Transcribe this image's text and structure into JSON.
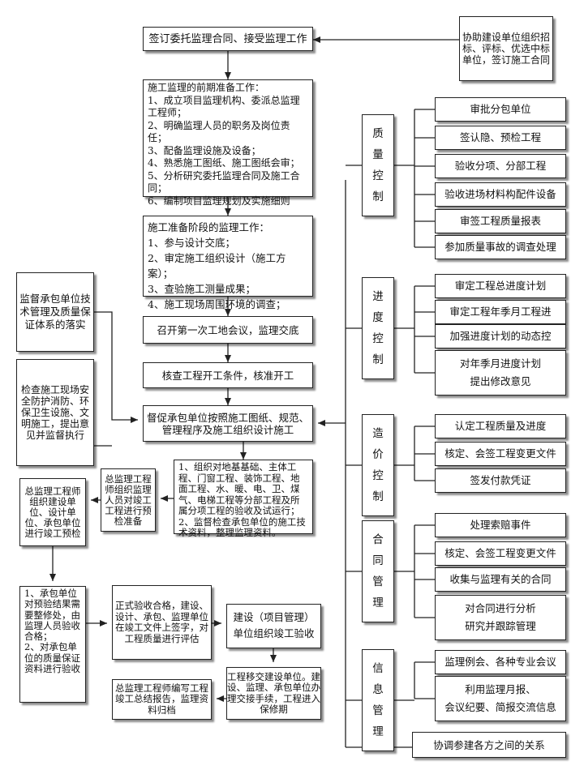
{
  "main": {
    "n1": "签订委托监理合同、接受监理工作",
    "n2": [
      "施工监理的前期准备工作：",
      "1、成立项目监理机构、委派总监理工程师；",
      "2、明确监理人员的职务及岗位责任；",
      "3、配备监理设施及设备；",
      "4、熟悉施工图纸、施工图纸会审；",
      "5、分析研究委托监理合同及施工合同；",
      "6、编制项目监理规划及实施细则"
    ],
    "n3": [
      "施工准备阶段的监理工作：",
      "1、参与设计交底；",
      "2、审定施工组织设计（施工方案）；",
      "3、查验施工测量成果；",
      "4、施工现场周围环境的调查；"
    ],
    "n4": "召开第一次工地会议，监理交底",
    "n5": "核查工程开工条件，核准开工",
    "n6": "督促承包单位按照施工图纸、规范、管理程序及施工组织设计施工",
    "n7": [
      "1、组织对地基基础、主体工程、门窗工程、装饰工程、地面工程、水、暖、电、卫、煤气、电梯工程等分部工程及所属分项工程的验收及试运行；",
      "2、监督检查承包单位的施工技术资料，整理监理资料。"
    ],
    "n8": "总监理工程师组织监理人员对竣工工程进行预检准备",
    "n9": "总监理工程师组织建设单位、设计单位、承包单位进行竣工预检",
    "n10": [
      "1、承包单位对预验结果需要整修处，由监理人员验收合格；",
      "2、对承包单位的质量保证资料进行验收"
    ],
    "n11": "正式验收合格，建设、设计、承包、监理单位在竣工文件上签字，对工程质量进行评估",
    "n12": [
      "建设（项目管理）",
      "单位组织竣工验收"
    ],
    "n13": "工程移交建设单位。建设、监理、承包单位办理交接手续，工程进入保修期",
    "n14": "总监理工程师编写工程竣工总结报告，监理资料归档"
  },
  "top_right": "协助建设单位组织招标、评标、优选中标单位，签订施工合同",
  "left": {
    "l1": "监督承包单位技术管理及质量保证体系的落实",
    "l2": "检查施工现场安全防护消防、环保卫生设施、文明施工，提出意见并监督执行"
  },
  "categories": [
    {
      "label": [
        "质",
        "量",
        "控",
        "制"
      ],
      "items": [
        [
          "审批分包单位"
        ],
        [
          "签认隐、预检工程"
        ],
        [
          "验收分项、分部工程"
        ],
        [
          "验收进场材料构配件设备"
        ],
        [
          "审签工程质量报表"
        ],
        [
          "参加质量事故的调查处理"
        ]
      ]
    },
    {
      "label": [
        "进",
        "度",
        "控",
        "制"
      ],
      "items": [
        [
          "审定工程总进度计划"
        ],
        [
          "审定工程年季月工程进"
        ],
        [
          "加强进度计划的动态控"
        ],
        [
          "对年季月进度计划",
          "提出修改意见"
        ]
      ]
    },
    {
      "label": [
        "造",
        "价",
        "控",
        "制"
      ],
      "items": [
        [
          "认定工程质量及进度"
        ],
        [
          "核定、会签工程变更文件"
        ],
        [
          "签发付款凭证"
        ]
      ]
    },
    {
      "label": [
        "合",
        "同",
        "管",
        "理"
      ],
      "items": [
        [
          "处理索赔事件"
        ],
        [
          "核定、会签工程变更文件"
        ],
        [
          "收集与监理有关的合同"
        ],
        [
          "对合同进行分析",
          "研究并跟踪管理"
        ]
      ]
    },
    {
      "label": [
        "信",
        "息",
        "管",
        "理"
      ],
      "items": [
        [
          "监理例会、各种专业会议"
        ],
        [
          "利用监理月报、",
          "会议纪要、简报交流信息"
        ]
      ]
    }
  ],
  "bottom_right": "协调参建各方之间的关系"
}
